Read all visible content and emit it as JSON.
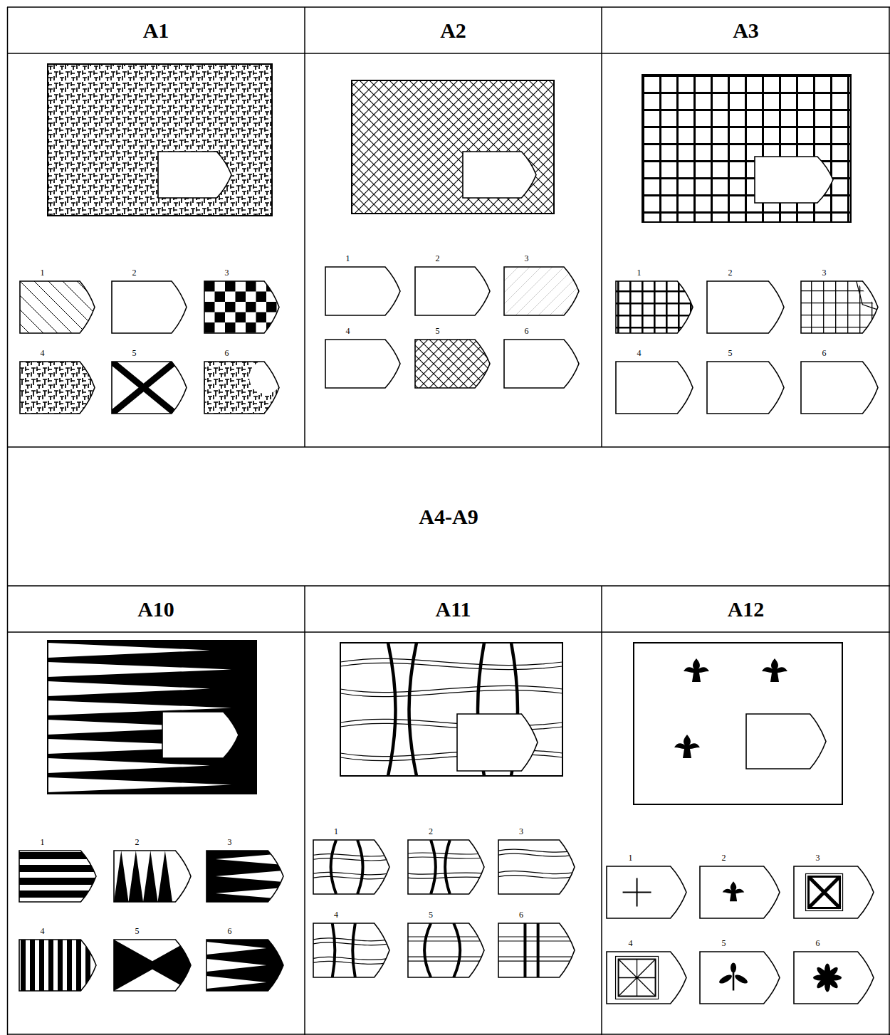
{
  "diagram": {
    "labels": [
      "A1",
      "A2",
      "A3",
      "1",
      "2",
      "3",
      "4",
      "5",
      "6",
      "1",
      "2",
      "3",
      "4",
      "5",
      "6",
      "1",
      "2",
      "3",
      "4",
      "5",
      "6",
      "A4-A9",
      "A10",
      "A11",
      "A12",
      "1",
      "2",
      "3",
      "4",
      "5",
      "6",
      "1",
      "2",
      "3",
      "4",
      "5",
      "6",
      "1",
      "2",
      "3",
      "4",
      "5",
      "6"
    ]
  }
}
